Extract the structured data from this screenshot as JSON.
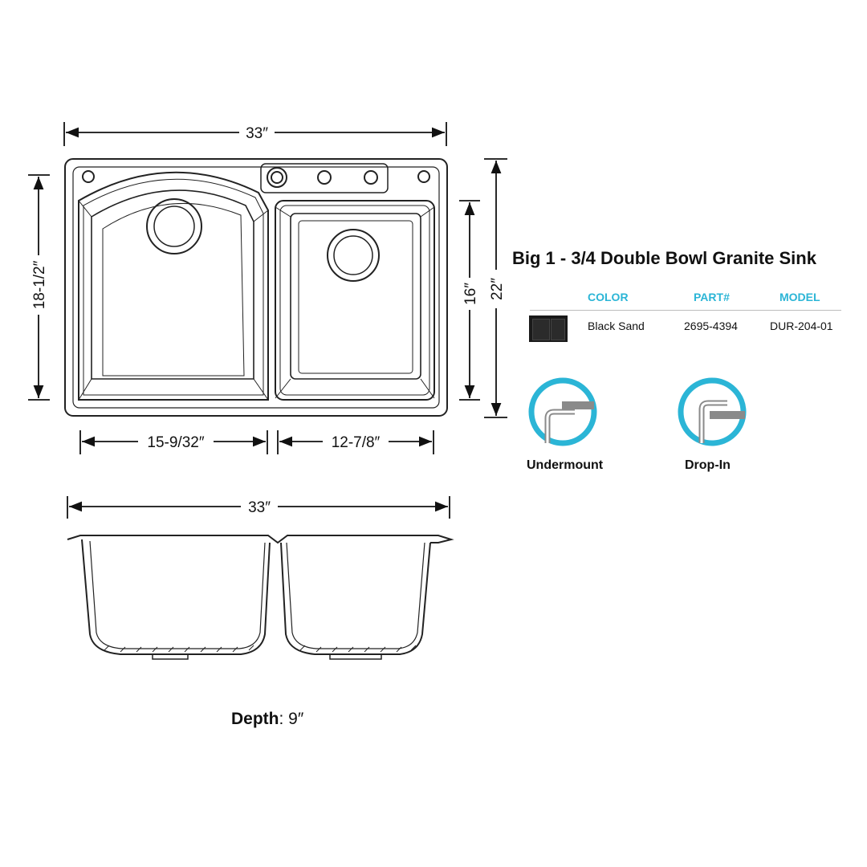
{
  "product": {
    "title": "Big 1 - 3/4 Double Bowl Granite Sink"
  },
  "spec_table": {
    "headers": {
      "color": "COLOR",
      "part": "PART#",
      "model": "MODEL"
    },
    "row": {
      "swatch_color": "#1a1a1a",
      "color": "Black Sand",
      "part": "2695-4394",
      "model": "DUR-204-01"
    }
  },
  "mounting": {
    "accent_color": "#2bb5d6",
    "options": [
      {
        "label": "Undermount",
        "icon": "undermount-icon"
      },
      {
        "label": "Drop-In",
        "icon": "drop-in-icon"
      }
    ]
  },
  "dimensions": {
    "top_width": "33″",
    "overall_depth": "18-1/2″",
    "bowl_height": "16″",
    "overall_height": "22″",
    "left_bowl_width": "15-9/32″",
    "right_bowl_width": "12-7/8″",
    "side_width": "33″",
    "depth_label": "Depth",
    "depth_value": ": 9″"
  }
}
